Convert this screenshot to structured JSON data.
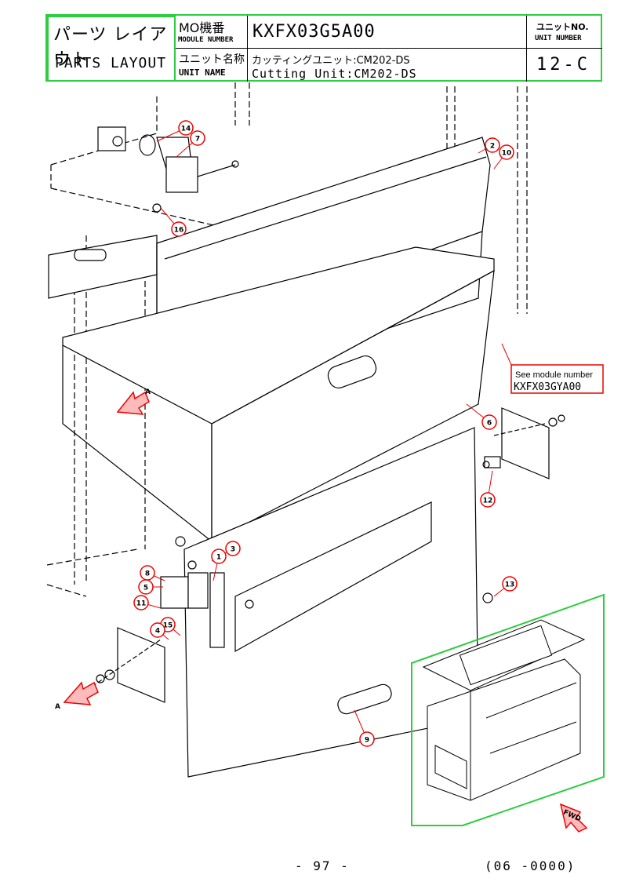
{
  "header": {
    "title_jp": "パーツ レイアウト",
    "title_en": "PARTS LAYOUT",
    "mo_label_jp": "MO機番",
    "mo_label_en": "MODULE NUMBER",
    "module_number": "KXFX03G5A00",
    "unit_no_label_jp": "ユニットNO.",
    "unit_no_label_en": "UNIT NUMBER",
    "unit_no": "12-C",
    "unit_name_label_jp": "ユニット名称",
    "unit_name_label_en": "UNIT NAME",
    "unit_name_jp": "カッティングユニット:CM202-DS",
    "unit_name_en": "Cutting Unit:CM202-DS"
  },
  "note": {
    "line1": "See module number",
    "line2": "KXFX03GYA00"
  },
  "callouts": [
    "14",
    "7",
    "2",
    "10",
    "16",
    "6",
    "12",
    "3",
    "1",
    "8",
    "5",
    "11",
    "15",
    "4",
    "13",
    "9"
  ],
  "arrows": {
    "a_label_top": "A",
    "a_label_bottom": "A",
    "fwd": "FWD"
  },
  "footer": {
    "page": "- 97 -",
    "code": "(06 -0000)"
  }
}
